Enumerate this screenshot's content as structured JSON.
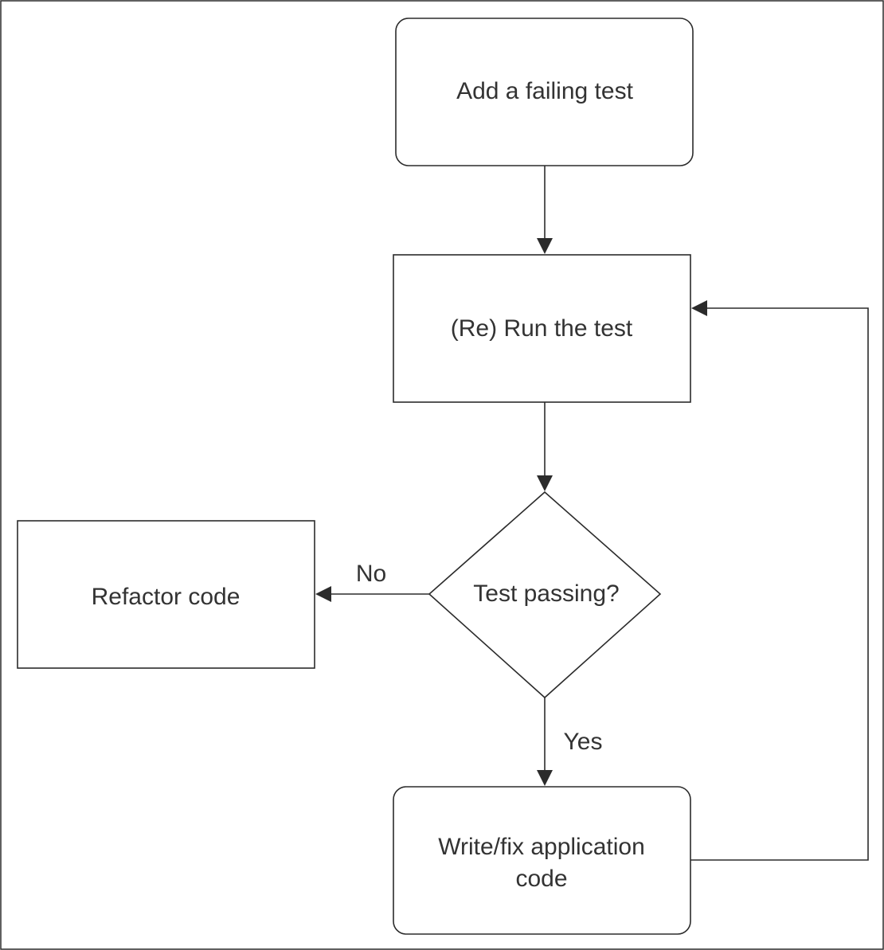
{
  "diagram": {
    "nodes": {
      "add_failing_test": {
        "label": "Add a failing test"
      },
      "run_test": {
        "label": "(Re) Run the test"
      },
      "test_passing": {
        "label": "Test passing?"
      },
      "refactor_code": {
        "label": "Refactor code"
      },
      "write_fix_code": {
        "label_line1": "Write/fix application",
        "label_line2": "code"
      }
    },
    "edges": {
      "no_label": "No",
      "yes_label": "Yes"
    }
  }
}
